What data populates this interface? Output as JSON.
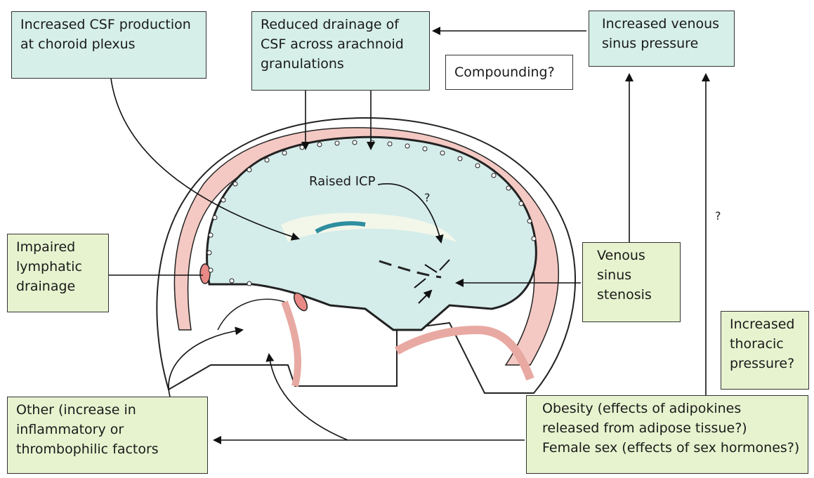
{
  "colors": {
    "teal_box": "#d6efe9",
    "green_box": "#e7f3cf",
    "brain": "#d4ecea",
    "skull_pink": "#f4c9c3",
    "outline": "#222222"
  },
  "boxes": {
    "csf_production": [
      "Increased CSF production",
      "at choroid plexus"
    ],
    "reduced_drainage": [
      "Reduced drainage of",
      "CSF across arachnoid",
      "granulations"
    ],
    "compounding": [
      "Compounding?"
    ],
    "venous_pressure": [
      "Increased venous",
      "sinus pressure"
    ],
    "lymphatic": [
      "Impaired",
      "lymphatic",
      "drainage"
    ],
    "stenosis": [
      "Venous",
      "sinus",
      "stenosis"
    ],
    "thoracic": [
      "Increased",
      "thoracic",
      "pressure?"
    ],
    "other": [
      "Other (increase in",
      "inflammatory or",
      "thrombophilic factors"
    ],
    "obesity": [
      "Obesity (effects of adipokines",
      "released from adipose tissue?)",
      "Female sex (effects of sex hormones?)"
    ]
  },
  "labels": {
    "raised_icp": "Raised ICP",
    "question_icp": "?",
    "question_right": "?"
  }
}
